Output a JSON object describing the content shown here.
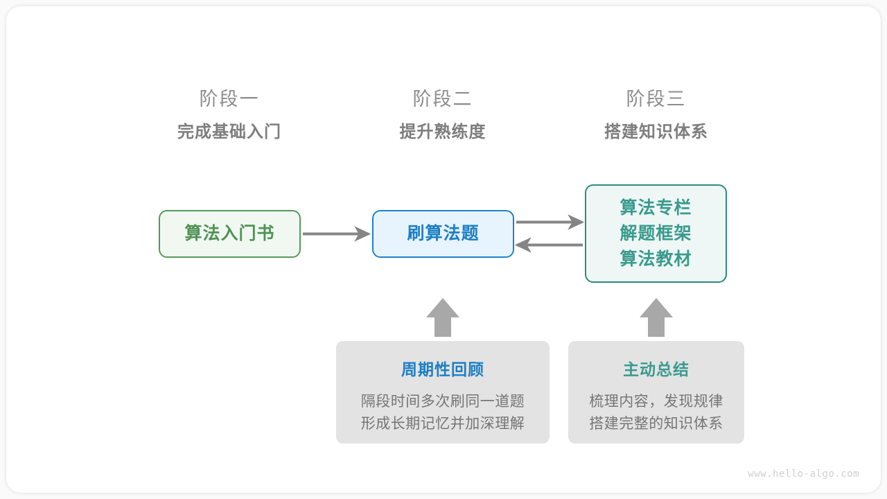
{
  "watermark": "www.hello-algo.com",
  "colors": {
    "green": "#4e9256",
    "blue": "#1c7fc4",
    "teal": "#3a9a8e",
    "gray_text": "#7d7d7d",
    "gray_card": "#e3e3e3",
    "arrow": "#858585"
  },
  "stages": [
    {
      "number": "阶段一",
      "title": "完成基础入门"
    },
    {
      "number": "阶段二",
      "title": "提升熟练度"
    },
    {
      "number": "阶段三",
      "title": "搭建知识体系"
    }
  ],
  "nodes": {
    "book": {
      "label": "算法入门书"
    },
    "practice": {
      "label": "刷算法题"
    },
    "resources": {
      "line1": "算法专栏",
      "line2": "解题框架",
      "line3": "算法教材"
    }
  },
  "tips": [
    {
      "title": "周期性回顾",
      "line1": "隔段时间多次刷同一道题",
      "line2": "形成长期记忆并加深理解"
    },
    {
      "title": "主动总结",
      "line1": "梳理内容，发现规律",
      "line2": "搭建完整的知识体系"
    }
  ]
}
